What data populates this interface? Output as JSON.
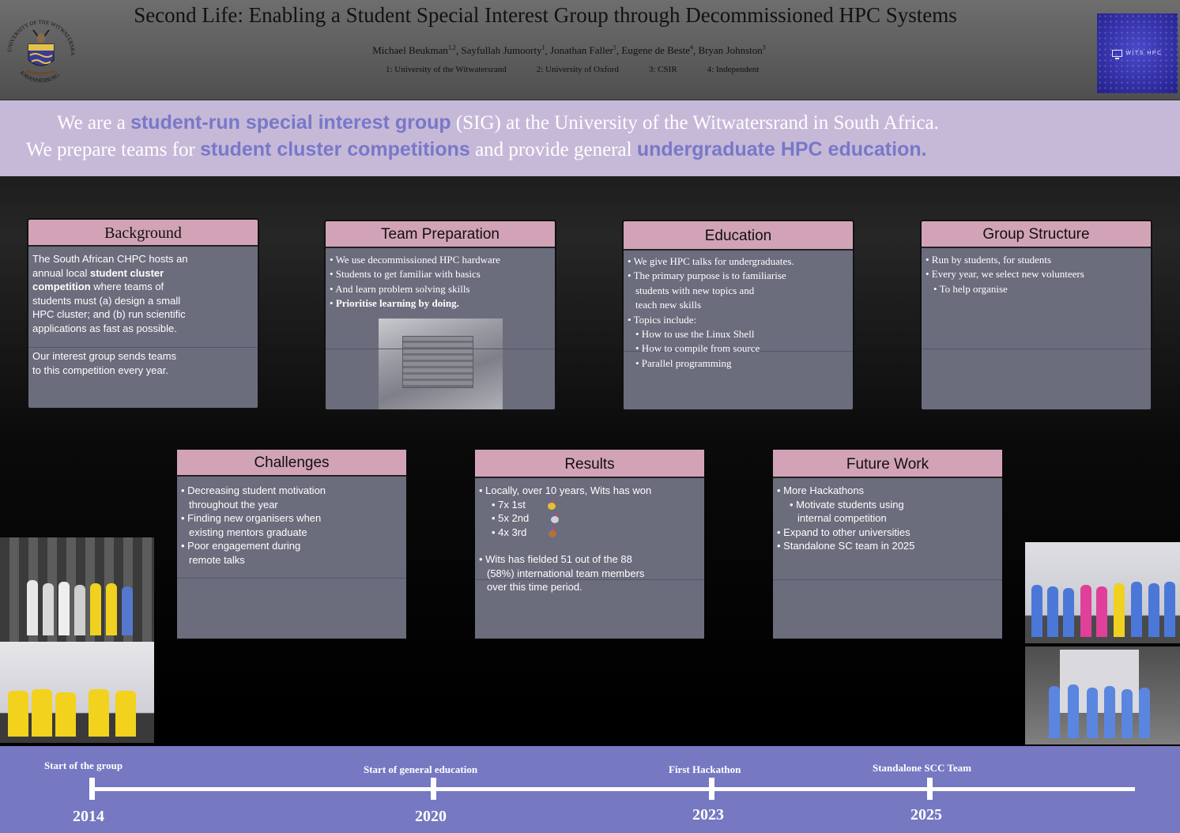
{
  "header": {
    "title": "Second Life: Enabling a Student Special Interest Group through Decommissioned HPC Systems",
    "authors": [
      {
        "name": "Michael Beukman",
        "sup": "1,2"
      },
      {
        "name": "Sayfullah Jumoorty",
        "sup": "1"
      },
      {
        "name": "Jonathan Faller",
        "sup": "1"
      },
      {
        "name": "Eugene de Beste",
        "sup": "4"
      },
      {
        "name": "Bryan Johnston",
        "sup": "3"
      }
    ],
    "affiliations": [
      "1: University of the Witwatersrand",
      "2: University of Oxford",
      "3: CSIR",
      "4: Independent"
    ],
    "crest_text_top": "UNIVERSITY OF THE WITWATERSRAND",
    "crest_text_bottom": "JOHANNESBURG",
    "logo_text": "WITS HPC"
  },
  "banner": {
    "line1": {
      "pre": "We are a ",
      "hl": "student-run special interest group",
      "post": " (SIG) at the University of the Witwatersrand in South Africa."
    },
    "line2": {
      "pre": "We prepare teams for ",
      "hl1": "student cluster competitions",
      "mid": " and  provide general ",
      "hl2": "undergraduate HPC education."
    }
  },
  "cards": {
    "background": {
      "title": "Background",
      "p1a": "The South African CHPC hosts an",
      "p1b": "annual local ",
      "p1b_bold": "student cluster",
      "p1c_bold": "competition",
      "p1c": " where teams of",
      "p1d": "students must (a) design a small",
      "p1e": "HPC cluster; and (b) run scientific",
      "p1f": "applications as fast as possible.",
      "p2a": "Our interest group sends teams",
      "p2b": "to this competition every year."
    },
    "team_prep": {
      "title": "Team Preparation",
      "items": [
        "• We use decommissioned HPC hardware",
        "• Students to get familiar with basics",
        "• And learn problem solving skills"
      ],
      "bold_bullet": "• ",
      "bold_item": "Prioritise learning by doing."
    },
    "education": {
      "title": "Education",
      "l1": "• We give HPC talks for undergraduates.",
      "l2": "• The primary purpose is to familiarise",
      "l3": "students with new topics and",
      "l4": "teach new skills",
      "l5": "• Topics include:",
      "sub": [
        "•  How to use the Linux Shell",
        "•  How to compile from source",
        "•  Parallel programming"
      ]
    },
    "group_structure": {
      "title": "Group Structure",
      "l1": "• Run by students, for students",
      "l2": "• Every year, we select new volunteers",
      "l3": "• To help organise"
    },
    "challenges": {
      "title": "Challenges",
      "lines": [
        "• Decreasing student motivation",
        "throughout the year",
        "• Finding new organisers when",
        "existing mentors graduate",
        "• Poor engagement during",
        "remote talks"
      ]
    },
    "results": {
      "title": "Results",
      "l1": "• Locally, over 10 years, Wits has won",
      "medals": [
        "• 7x 1st",
        "• 5x 2nd",
        "• 4x 3rd"
      ],
      "l2": "• Wits has fielded 51 out of the 88",
      "l3": "(58%) international team members",
      "l4": "over this time period."
    },
    "future_work": {
      "title": "Future Work",
      "lines": [
        "• More Hackathons",
        "• Motivate students using",
        "internal competition",
        "• Expand to other universities",
        "• Standalone SC team in 2025"
      ]
    }
  },
  "timeline": {
    "events": [
      {
        "label": "Start of the group",
        "year": "2014"
      },
      {
        "label": "Start of general education",
        "year": "2020"
      },
      {
        "label": "First Hackathon",
        "year": "2023"
      },
      {
        "label": "Standalone SCC Team",
        "year": "2025"
      }
    ]
  },
  "colors": {
    "banner_bg": "#c6b9d8",
    "highlight": "#7878c8",
    "card_header": "#d2a3b6",
    "card_body": "#6b6c7c",
    "timeline_bg": "#7678c2"
  }
}
